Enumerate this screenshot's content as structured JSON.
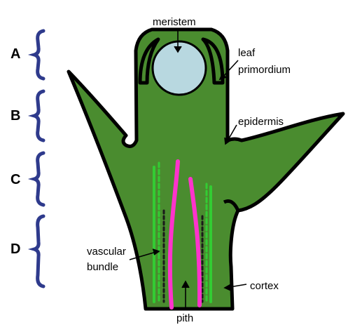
{
  "zones": [
    {
      "letter": "A"
    },
    {
      "letter": "B"
    },
    {
      "letter": "C"
    },
    {
      "letter": "D"
    }
  ],
  "labels": {
    "meristem": "meristem",
    "leaf_primordium_line1": "leaf",
    "leaf_primordium_line2": "primordium",
    "epidermis": "epidermis",
    "vascular_bundle_line1": "vascular",
    "vascular_bundle_line2": "bundle",
    "cortex": "cortex",
    "pith": "pith"
  },
  "colors": {
    "tissue": "#4a8c2f",
    "outline": "#000000",
    "meristem_fill": "#b8d8e0",
    "bracket": "#2e3a8c",
    "xylem": "#33cc33",
    "phloem": "#ff33cc"
  }
}
